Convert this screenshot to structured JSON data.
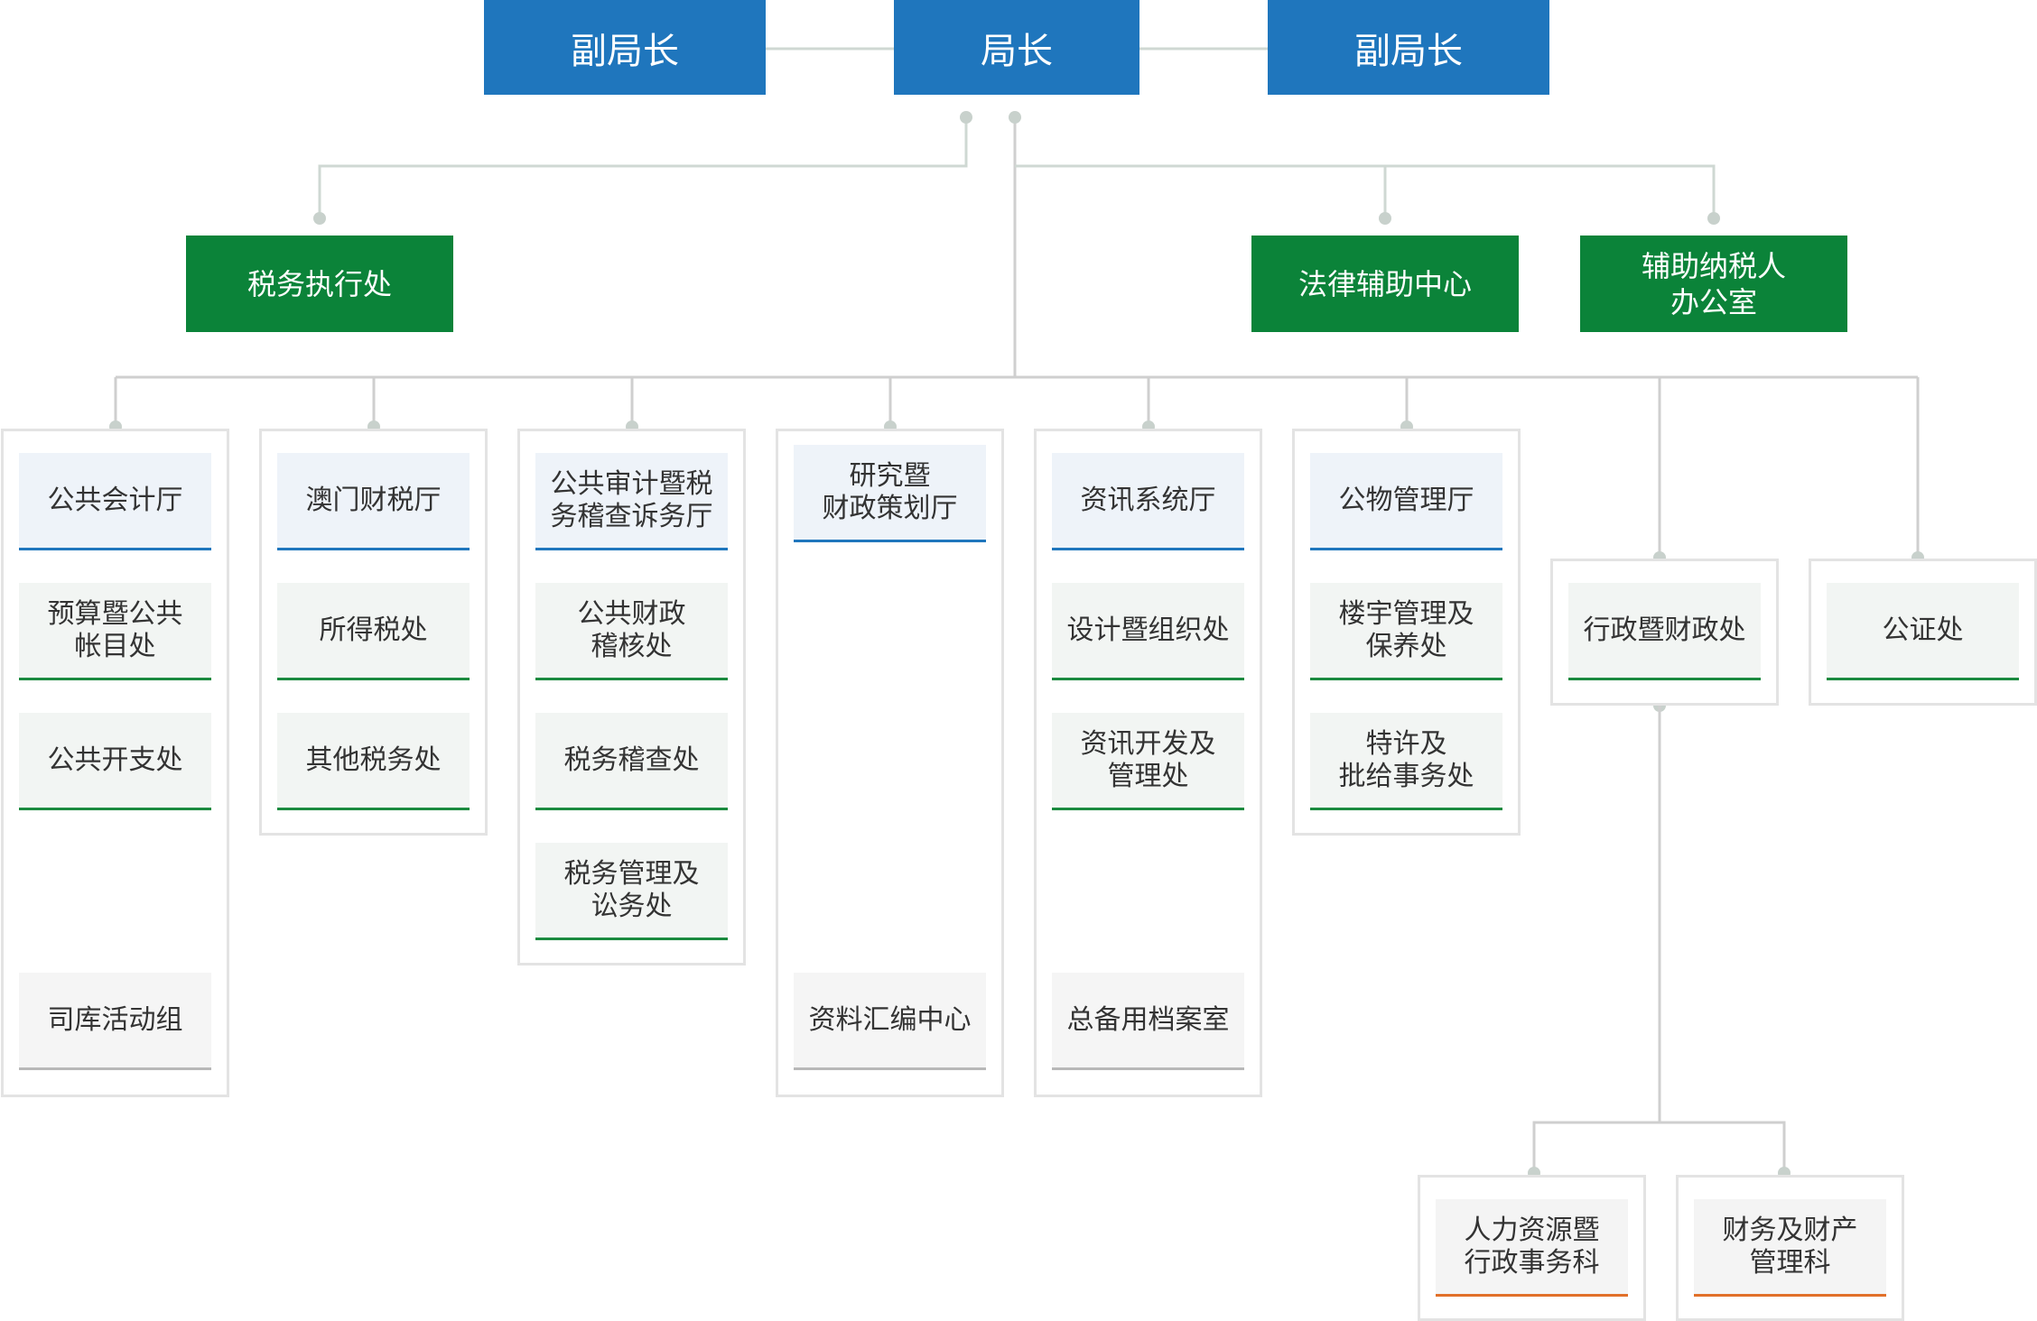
{
  "colors": {
    "leadership": "#1f76bd",
    "department": "#0b8339",
    "connector": "#cfd8d3",
    "frame": "#e3e3e3",
    "underline_blue": "#1f76bd",
    "underline_green": "#1b8a3f",
    "underline_gray": "#b8b8b8",
    "underline_orange": "#e1702a"
  },
  "leadership": {
    "deputy_left": "副局长",
    "director": "局长",
    "deputy_right": "副局长"
  },
  "departments": {
    "tax_enforcement": "税务执行处",
    "legal_support": "法律辅助中心",
    "taxpayer_support": "辅助纳税人\n办公室"
  },
  "columns": [
    {
      "units": [
        "公共会计厅",
        "预算暨公共\n帐目处",
        "公共开支处",
        "司库活动组"
      ]
    },
    {
      "units": [
        "澳门财税厅",
        "所得税处",
        "其他税务处"
      ]
    },
    {
      "units": [
        "公共审计暨税\n务稽查诉务厅",
        "公共财政\n稽核处",
        "税务稽查处",
        "税务管理及\n讼务处"
      ]
    },
    {
      "units": [
        "研究暨\n财政策划厅",
        "资料汇编中心"
      ]
    },
    {
      "units": [
        "资讯系统厅",
        "设计暨组织处",
        "资讯开发及\n管理处",
        "总备用档案室"
      ]
    },
    {
      "units": [
        "公物管理厅",
        "楼宇管理及\n保养处",
        "特许及\n批给事务处"
      ]
    },
    {
      "units": [
        "行政暨财政处"
      ]
    },
    {
      "units": [
        "公证处"
      ]
    }
  ],
  "sections": [
    "人力资源暨\n行政事务科",
    "财务及财产\n管理科"
  ]
}
